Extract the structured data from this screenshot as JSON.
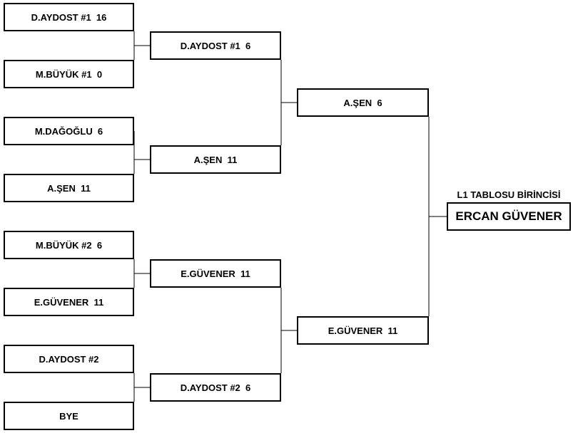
{
  "bracket": {
    "round1": [
      {
        "label": "D.AYDOST #1  16"
      },
      {
        "label": "M.BÜYÜK #1  0"
      },
      {
        "label": "M.DAĞOĞLU  6"
      },
      {
        "label": "A.ŞEN  11"
      },
      {
        "label": "M.BÜYÜK #2  6"
      },
      {
        "label": "E.GÜVENER  11"
      },
      {
        "label": "D.AYDOST #2"
      },
      {
        "label": "BYE"
      }
    ],
    "round2": [
      {
        "label": "D.AYDOST #1  6"
      },
      {
        "label": "A.ŞEN  11"
      },
      {
        "label": "E.GÜVENER  11"
      },
      {
        "label": "D.AYDOST #2  6"
      }
    ],
    "round3": [
      {
        "label": "A.ŞEN  6"
      },
      {
        "label": "E.GÜVENER  11"
      }
    ],
    "winner": {
      "title": "L1 TABLOSU BİRİNCİSİ",
      "name": "ERCAN GÜVENER"
    }
  }
}
